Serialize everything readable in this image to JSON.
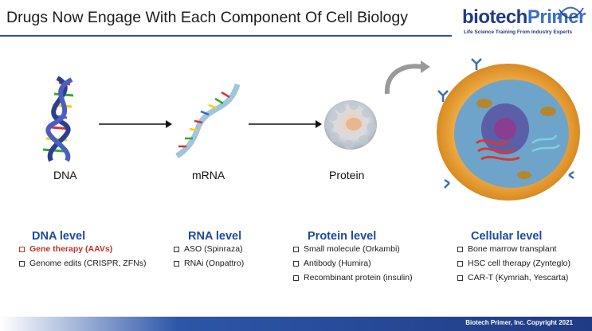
{
  "title": "Drugs Now Engage With Each Component Of Cell Biology",
  "logo": {
    "brand_main": "biotech",
    "brand_accent": "Primer",
    "tagline": "Life Science Training From Industry Experts"
  },
  "stages": [
    {
      "label": "DNA"
    },
    {
      "label": "mRNA"
    },
    {
      "label": "Protein"
    }
  ],
  "levels": [
    {
      "heading": "DNA level",
      "items": [
        "Gene therapy (AAVs)",
        "Genome edits (CRISPR, ZFNs)"
      ]
    },
    {
      "heading": "RNA level",
      "items": [
        "ASO (Spinraza)",
        "RNAi (Onpattro)"
      ]
    },
    {
      "heading": "Protein level",
      "items": [
        "Small molecule (Orkambi)",
        "Antibody (Humira)",
        "Recombinant protein (insulin)"
      ]
    },
    {
      "heading": "Cellular level",
      "items": [
        "Bone marrow transplant",
        "HSC cell therapy (Zynteglo)",
        "CAR-T (Kymriah, Yescarta)"
      ]
    }
  ],
  "footer": "Biotech Primer, Inc. Copyright 2021",
  "colors": {
    "accent": "#1f4aa0",
    "highlight": "#c0322a",
    "rule": "#2f4ea3"
  }
}
